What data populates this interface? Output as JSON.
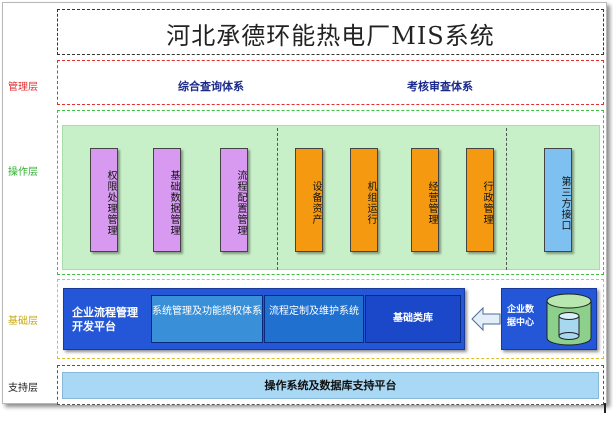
{
  "title": "河北承德环能热电厂MIS系统",
  "layers": {
    "management": "管理层",
    "operation": "操作层",
    "foundation": "基础层",
    "support": "支持层"
  },
  "management": {
    "items": [
      "综合查询体系",
      "考核审查体系"
    ]
  },
  "operation": {
    "groups": [
      {
        "color": "#d79af0",
        "modules": [
          "权限处理管理",
          "基础数据管理",
          "流程配置管理"
        ]
      },
      {
        "color": "#f59a10",
        "modules": [
          "设备资产",
          "机组运行",
          "经营管理",
          "行政管理"
        ]
      },
      {
        "color": "#7ec0ef",
        "modules": [
          "第三方接口"
        ]
      }
    ]
  },
  "foundation": {
    "platform_label": "企业流程管理开发平台",
    "cells": [
      "系统管理及功能授权体系",
      "流程定制及维护系统",
      "基础类库"
    ],
    "data_center_label": "企业数据中心"
  },
  "support": {
    "platform": "操作系统及数据库支持平台"
  },
  "colors": {
    "management_border": "#e03030",
    "operation_border": "#40c040",
    "foundation_border": "#d8c030",
    "operation_fill": "#c8f0c8",
    "platform_blue": "#2457d8",
    "database_green": "#8cd08c"
  }
}
